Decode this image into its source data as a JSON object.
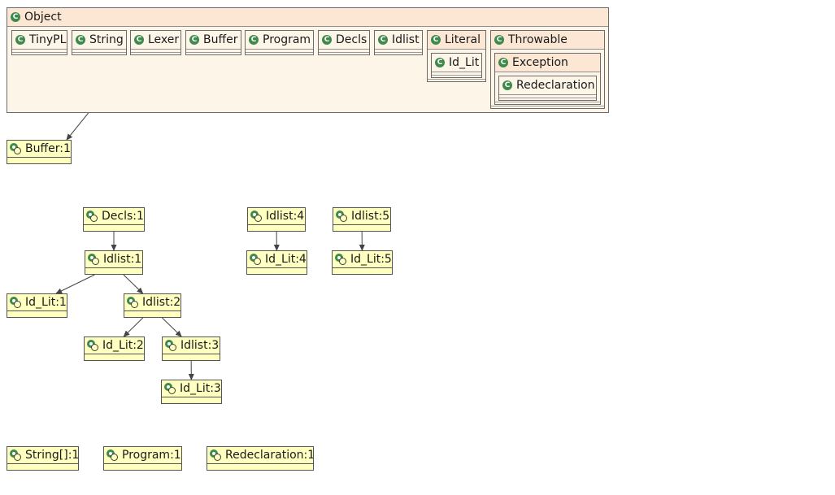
{
  "classes": {
    "object": "Object",
    "tinypl": "TinyPL",
    "string": "String",
    "lexer": "Lexer",
    "buffer": "Buffer",
    "program": "Program",
    "decls": "Decls",
    "idlist": "Idlist",
    "literal": "Literal",
    "id_lit": "Id_Lit",
    "throwable": "Throwable",
    "exception": "Exception",
    "redeclaration": "Redeclaration"
  },
  "class_icon_glyph": "C",
  "objects": {
    "buffer_1": "Buffer:1",
    "decls_1": "Decls:1",
    "idlist_1": "Idlist:1",
    "id_lit_1": "Id_Lit:1",
    "idlist_2": "Idlist:2",
    "id_lit_2": "Id_Lit:2",
    "idlist_3": "Idlist:3",
    "id_lit_3": "Id_Lit:3",
    "idlist_4": "Idlist:4",
    "id_lit_4": "Id_Lit:4",
    "idlist_5": "Idlist:5",
    "id_lit_5": "Id_Lit:5",
    "string_arr_1": "String[]:1",
    "program_1": "Program:1",
    "redeclaration_1": "Redeclaration:1"
  },
  "references": [
    {
      "from": "lexer",
      "to": "buffer_1"
    },
    {
      "from": "decls_1",
      "to": "idlist_1"
    },
    {
      "from": "idlist_1",
      "to": "id_lit_1"
    },
    {
      "from": "idlist_1",
      "to": "idlist_2"
    },
    {
      "from": "idlist_2",
      "to": "id_lit_2"
    },
    {
      "from": "idlist_2",
      "to": "idlist_3"
    },
    {
      "from": "idlist_3",
      "to": "id_lit_3"
    },
    {
      "from": "idlist_4",
      "to": "id_lit_4"
    },
    {
      "from": "idlist_5",
      "to": "id_lit_5"
    }
  ],
  "colors": {
    "class_fill": "#fdf5e7",
    "class_header": "#fbe7d4",
    "class_icon": "#3d8a4c",
    "object_fill": "#ffffc0",
    "edge": "#444444"
  },
  "icons": {
    "class": "class-icon",
    "object": "object-instance-icon"
  }
}
